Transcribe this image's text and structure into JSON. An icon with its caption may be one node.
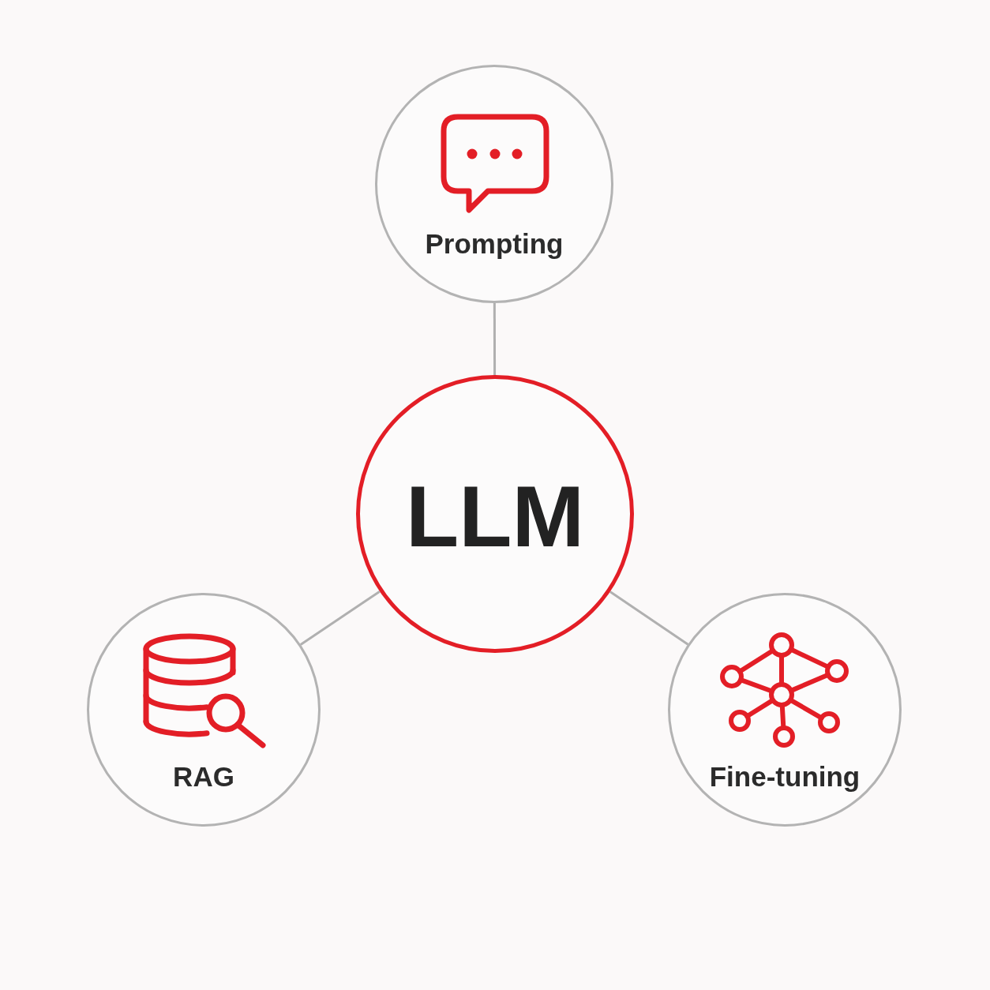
{
  "diagram": {
    "nodes": [
      {
        "text": [
          "Prompting"
        ]
      },
      {
        "text": [
          "LLM"
        ]
      },
      {
        "text": [
          "RAG"
        ]
      },
      {
        "text": [
          "Fine-tuning"
        ]
      }
    ],
    "edges": [
      {
        "from": 0,
        "to": 1,
        "arrow": "none"
      },
      {
        "from": 1,
        "to": 2,
        "arrow": "none"
      },
      {
        "from": 1,
        "to": 3,
        "arrow": "none"
      }
    ]
  }
}
